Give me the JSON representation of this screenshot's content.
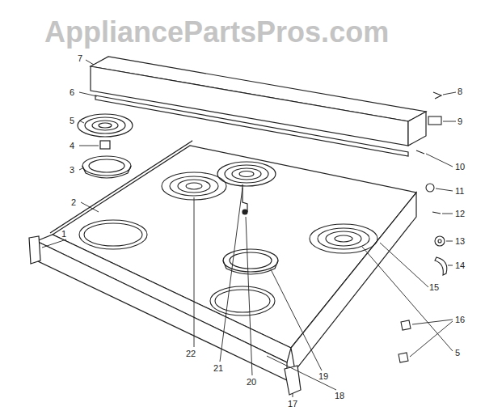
{
  "diagram": {
    "labels": [
      "AppliancePartsPros.com",
      "7",
      "8",
      "6",
      "9",
      "5",
      "4",
      "10",
      "3",
      "11",
      "12",
      "2",
      "13",
      "1",
      "14",
      "15",
      "16",
      "5",
      "22",
      "21",
      "20",
      "19",
      "18",
      "17"
    ]
  }
}
